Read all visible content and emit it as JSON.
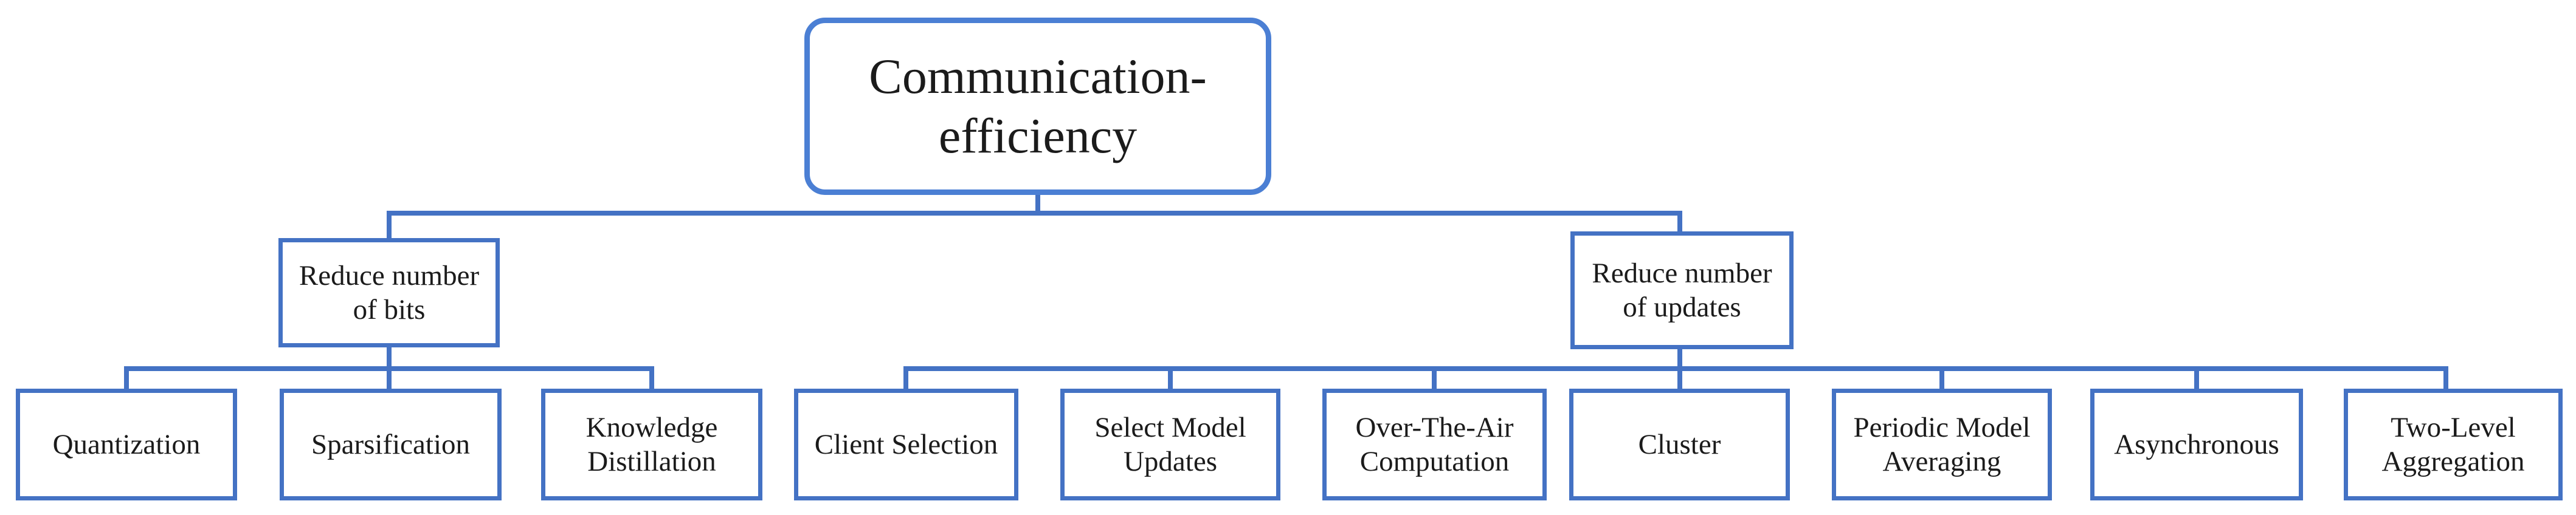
{
  "diagram": {
    "type": "tree",
    "accent_color": "#4472C4",
    "root_accent_color": "#4b7fd4",
    "text_color": "#1b1b1b",
    "background_color": "#ffffff",
    "root": {
      "label": "Communication-efficiency",
      "children": [
        {
          "label": "Reduce number of bits",
          "children": [
            {
              "label": "Quantization"
            },
            {
              "label": "Sparsification"
            },
            {
              "label": "Knowledge Distillation"
            }
          ]
        },
        {
          "label": "Reduce number of updates",
          "children": [
            {
              "label": "Client Selection"
            },
            {
              "label": "Select Model Updates"
            },
            {
              "label": "Over-The-Air Computation"
            },
            {
              "label": "Cluster"
            },
            {
              "label": "Periodic Model Averaging"
            },
            {
              "label": "Asynchronous"
            },
            {
              "label": "Two-Level Aggregation"
            }
          ]
        }
      ]
    }
  }
}
